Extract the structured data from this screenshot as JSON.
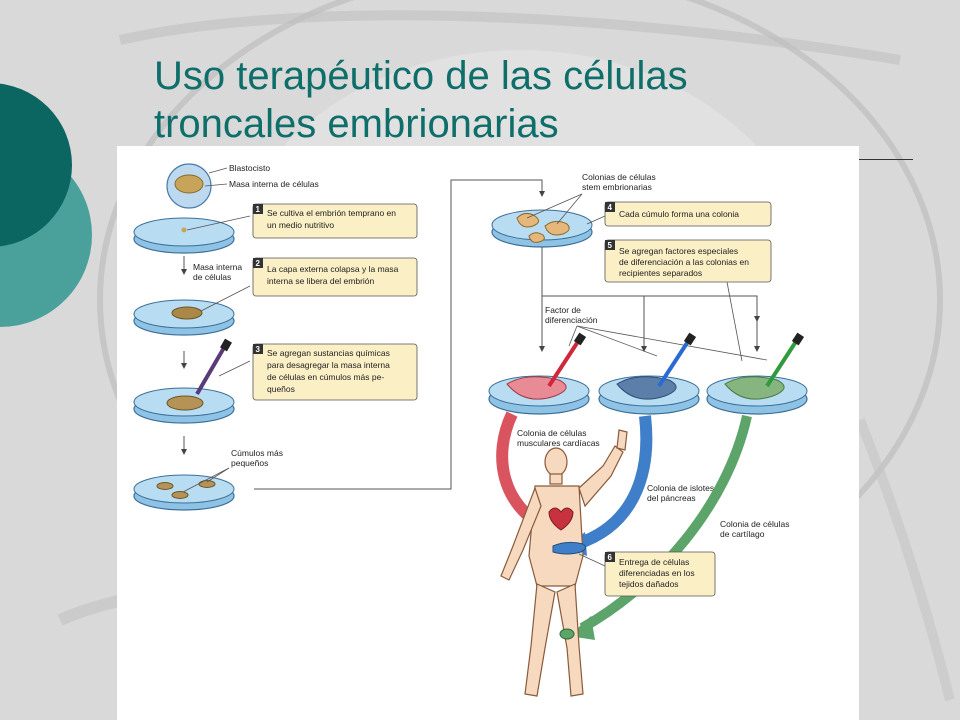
{
  "title": {
    "line1": "Uso terapéutico de las células",
    "line2": "troncales embrionarias"
  },
  "colors": {
    "title": "#0e6e6a",
    "accent_dark": "#0b6662",
    "accent_light": "#4aa19c",
    "box_fill": "#fbefc6",
    "dish_blue": "#8fc3e6",
    "cardiac": "#e04b5a",
    "pancreas": "#3c7fc0",
    "cartilage": "#5da46a"
  },
  "diagram": {
    "labels": {
      "blastocyst": "Blastocisto",
      "inner_mass": "Masa interna de células",
      "inner_mass_line1": "Masa interna",
      "inner_mass_line2": "de células",
      "clumps_line1": "Cúmulos más",
      "clumps_line2": "pequeños",
      "colonies_line1": "Colonias de células",
      "colonies_line2": "stem embrionarias",
      "factor_line1": "Factor de",
      "factor_line2": "diferenciación",
      "cardiac_line1": "Colonia de células",
      "cardiac_line2": "musculares cardíacas",
      "pancreas_line1": "Colonia de islotes",
      "pancreas_line2": "del páncreas",
      "cartilage_line1": "Colonia de células",
      "cartilage_line2": "de cartílago"
    },
    "steps": [
      {
        "number": "1",
        "line1": "Se cultiva el embrión temprano en",
        "line2": "un medio nutritivo",
        "line3": ""
      },
      {
        "number": "2",
        "line1": "La capa externa colapsa y la masa",
        "line2": "interna se libera del embrión",
        "line3": ""
      },
      {
        "number": "3",
        "line1": "Se agregan sustancias químicas",
        "line2": "para desagregar la masa interna",
        "line3": "de células en cúmulos más pe-",
        "line4": "queños"
      },
      {
        "number": "4",
        "line1": "Cada cúmulo forma una colonia",
        "line2": "",
        "line3": ""
      },
      {
        "number": "5",
        "line1": "Se agregan factores especiales",
        "line2": "de diferenciación a las colonias en",
        "line3": "recipientes separados"
      },
      {
        "number": "6",
        "line1": "Entrega de células",
        "line2": "diferenciadas en los",
        "line3": "tejidos dañados"
      }
    ]
  }
}
